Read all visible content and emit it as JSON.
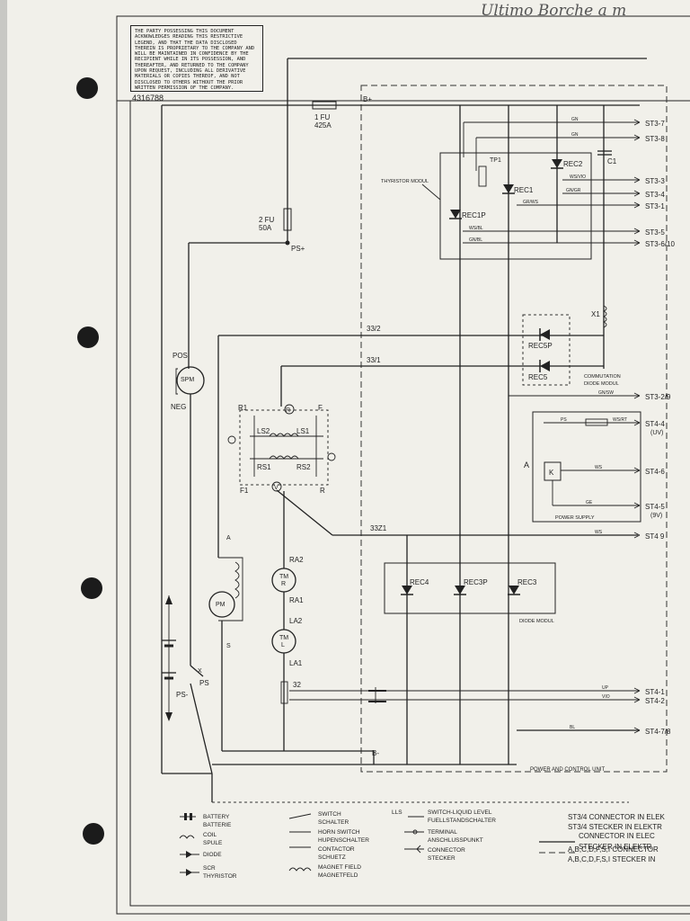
{
  "document": {
    "handwritten_note": "Ultimo Borche a m",
    "notice_text": "THE PARTY POSSESSING THIS DOCUMENT ACKNOWLEDGES READING THIS RESTRICTIVE LEGEND, AND THAT THE DATA DISCLOSED THEREIN IS PROPRIETARY TO THE COMPANY AND WILL BE MAINTAINED IN CONFIDENCE BY THE RECIPIENT WHILE IN ITS POSSESSION, AND THEREAFTER, AND RETURNED TO THE COMPANY UPON REQUEST, INCLUDING ALL DERIVATIVE MATERIALS OR COPIES THEREOF, AND NOT DISCLOSED TO OTHERS WITHOUT THE PRIOR WRITTEN PERMISSION OF THE COMPANY.",
    "drawing_number": "4316788"
  },
  "labels": {
    "b_plus": "B+",
    "b_minus": "B-",
    "fu1_a": "1 FU",
    "fu1_b": "425A",
    "fu2_a": "2 FU",
    "fu2_b": "50A",
    "ps_plus": "PS+",
    "ps_minus": "PS-",
    "ps": "PS",
    "x": "X",
    "pos": "POS",
    "neg": "NEG",
    "spm": "SPM",
    "pm": "PM",
    "a": "A",
    "s": "S",
    "w_33_2": "33/2",
    "w_33_1": "33/1",
    "w_33z1": "33Z1",
    "w_32": "32",
    "thyristor_modul": "THYRISTOR MODUL",
    "tp1": "TP1",
    "rec2": "REC2",
    "rec1": "REC1",
    "rec1p": "REC1P",
    "c1": "C1",
    "x1": "X1",
    "rec5p": "REC5P",
    "rec5": "REC5",
    "commutation": "COMMUTATION",
    "diode_modul_1": "DIODE MODUL",
    "rec4": "REC4",
    "rec3p": "REC3P",
    "rec3": "REC3",
    "diode_modul_2": "DIODE MODUL",
    "r1": "R1",
    "f1": "F1",
    "r": "R",
    "f": "F",
    "v": "V",
    "ls2": "LS2",
    "ls1": "LS1",
    "rs1": "RS1",
    "rs2": "RS2",
    "ra2": "RA2",
    "ra1": "RA1",
    "la2": "LA2",
    "la1": "LA1",
    "tm_r1": "TM",
    "tm_r2": "R",
    "tm_l1": "TM",
    "tm_l2": "L",
    "k": "K",
    "a_relay": "A",
    "power_supply": "POWER SUPPLY",
    "power_control_unit": "POWER AND CONTROL UNIT",
    "wire_gn1": "GN",
    "wire_gn2": "GN",
    "wire_ws_vio": "WS/VIO",
    "wire_gn_gr": "GN/GR",
    "wire_gr_ws": "GR/WS",
    "wire_ws_bl": "WS/BL",
    "wire_gn_bl": "GN/BL",
    "wire_gn_sw": "GN/SW",
    "wire_ps": "PS",
    "wire_ws_rt": "WS/RT",
    "wire_ws1": "WS",
    "wire_ge": "GE",
    "wire_ws2": "WS",
    "wire_up": "UP",
    "wire_vio": "VIO",
    "wire_bl": "BL"
  },
  "connectors": [
    "ST3-7",
    "ST3-8",
    "ST3-3",
    "ST3-4",
    "ST3-1",
    "ST3-5",
    "ST3-6/10",
    "ST3-2/9",
    "ST4-4",
    "(UV)",
    "ST4-6",
    "ST4-5",
    "(9V)",
    "ST4 9",
    "ST4-1",
    "ST4-2",
    "ST4-7/8"
  ],
  "legend": {
    "battery": "BATTERY",
    "batterie": "BATTERIE",
    "coil": "COIL",
    "spule": "SPULE",
    "diode": "DIODE",
    "scr": "SCR",
    "thyristor": "THYRISTOR",
    "switch": "SWITCH",
    "schalter": "SCHALTER",
    "horn_switch": "HORN SWITCH",
    "hupenschalter": "HUPENSCHALTER",
    "contactor": "CONTACTOR",
    "schuetz": "SCHUETZ",
    "magnet_field": "MAGNET FIELD",
    "magnetfeld": "MAGNETFELD",
    "lls": "LLS",
    "switch_liquid": "SWITCH-LIQUID LEVEL",
    "fuellstand": "FUELLSTANDSCHALTER",
    "terminal": "TERMINAL",
    "anschluss": "ANSCHLUSSPUNKT",
    "connector": "CONNECTOR",
    "stecker": "STECKER",
    "st34_a": "ST3/4 CONNECTOR IN ELEK",
    "st34_b": "ST3/4 STECKER IN ELEKTR",
    "line_a": "CONNECTOR IN ELEC",
    "line_b": "STECKER IN ELEKTR",
    "abcd_a": "A,B,C,D,F,S,I CONNECTOR",
    "abcd_b": "A,B,C,D,F,S,I STECKER IN"
  }
}
